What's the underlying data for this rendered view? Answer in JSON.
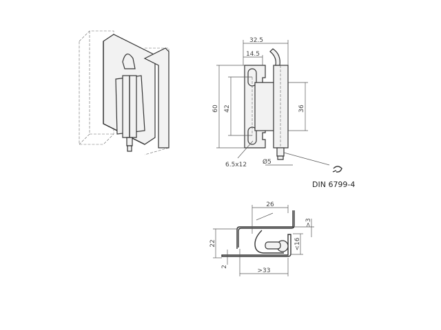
{
  "front_view": {
    "overall_width": "32.5",
    "leaf_width": "14.5",
    "overall_height": "60",
    "hole_spacing": "42",
    "knuckle_height": "36",
    "slot_size": "6.5x12",
    "pin_diameter": "Ø5",
    "retaining_ring": "DIN 6799-4"
  },
  "top_view": {
    "offset_width": "26",
    "min_gap": ">3",
    "height": "22",
    "max_depth": "<16",
    "thickness": "2",
    "min_width": ">33"
  }
}
